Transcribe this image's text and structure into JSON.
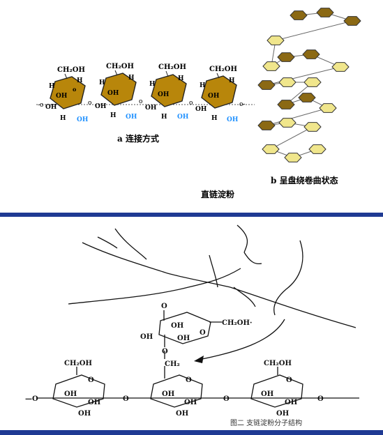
{
  "top": {
    "linear_chain": {
      "label_a": "a 连接方式",
      "title": "直链淀粉",
      "label_b": "b 呈盘绕卷曲状态",
      "rings": [
        {
          "top_group": "CH₂OH",
          "oh_left": "OH",
          "h_right": "H",
          "oh_ring": "OH",
          "h_bottom": "H",
          "oh_blue": "OH"
        },
        {
          "top_group": "CH₂OH",
          "oh_left": "OH",
          "h_right": "H",
          "oh_ring": "OH",
          "h_bottom": "H",
          "oh_blue": "OH"
        },
        {
          "top_group": "CH₂OH",
          "oh_left": "OH",
          "h_right": "H",
          "oh_ring": "OH",
          "h_bottom": "H",
          "oh_blue": "OH"
        },
        {
          "top_group": "CH₂OH",
          "oh_left": "OH",
          "h_right": "H",
          "oh_ring": "OH",
          "h_bottom": "H",
          "oh_blue": "OH"
        }
      ],
      "ring_fill": "#b8860b",
      "blue_oh_color": "#1e90ff"
    },
    "helix": {
      "dark_color": "#8b6914",
      "light_color": "#f0e68c"
    }
  },
  "bottom": {
    "caption": "图二  支链淀粉分子结构",
    "branch_unit": {
      "oh1": "OH",
      "ch2oh": "CH₂OH·",
      "oh2": "OH",
      "oh3": "OH",
      "o_link": "O",
      "ch2": "CH₂",
      "o_ring": "O",
      "o_top": "O"
    },
    "chain_units": [
      {
        "ch2oh": "CH₂OH",
        "oh_a": "OH",
        "oh_b": "OH",
        "oh_c": "OH",
        "o_ring": "O"
      },
      {
        "ch2oh": "",
        "oh_a": "OH",
        "oh_b": "OH",
        "oh_c": "OH",
        "o_ring": "O"
      },
      {
        "ch2oh": "CH₂OH",
        "oh_a": "OH",
        "oh_b": "OH",
        "oh_c": "OH",
        "o_ring": "O"
      }
    ],
    "linkage_o": "O",
    "bar_color": "#1f3a93"
  }
}
